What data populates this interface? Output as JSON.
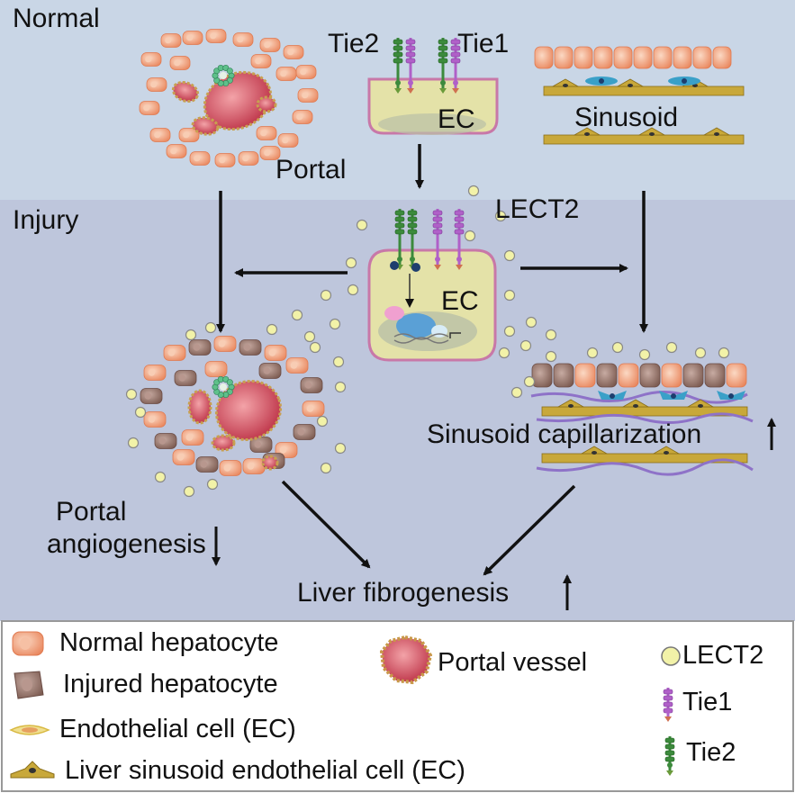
{
  "sections": {
    "normal": "Normal",
    "injury": "Injury"
  },
  "top": {
    "portal": "Portal",
    "tie2": "Tie2",
    "tie1": "Tie1",
    "ec": "EC",
    "sinusoid": "Sinusoid"
  },
  "middle": {
    "lect2": "LECT2",
    "ec": "EC"
  },
  "outcomes": {
    "portal_line1": "Portal",
    "portal_line2": "angiogenesis",
    "sinusoid_capillarization": "Sinusoid capillarization",
    "liver_fibrogenesis": "Liver fibrogenesis"
  },
  "legend": {
    "normal_hepatocyte": "Normal hepatocyte",
    "injured_hepatocyte": "Injured hepatocyte",
    "endothelial_cell": "Endothelial cell (EC)",
    "lsec": "Liver sinusoid endothelial cell (EC)",
    "portal_vessel": "Portal vessel",
    "lect2": "LECT2",
    "tie1": "Tie1",
    "tie2": "Tie2"
  },
  "colors": {
    "normal_bg": "#c9d6e6",
    "injury_bg": "#bec6dc",
    "hepatocyte": "#f0a884",
    "injured_hepatocyte": "#8e6f66",
    "portal_vessel": "#c8485a",
    "lect2": "#f2f2a8",
    "tie1": "#b060c8",
    "tie2": "#3c8a3c",
    "ec_body": "#e4e2a8",
    "lsec": "#b89a2a"
  }
}
